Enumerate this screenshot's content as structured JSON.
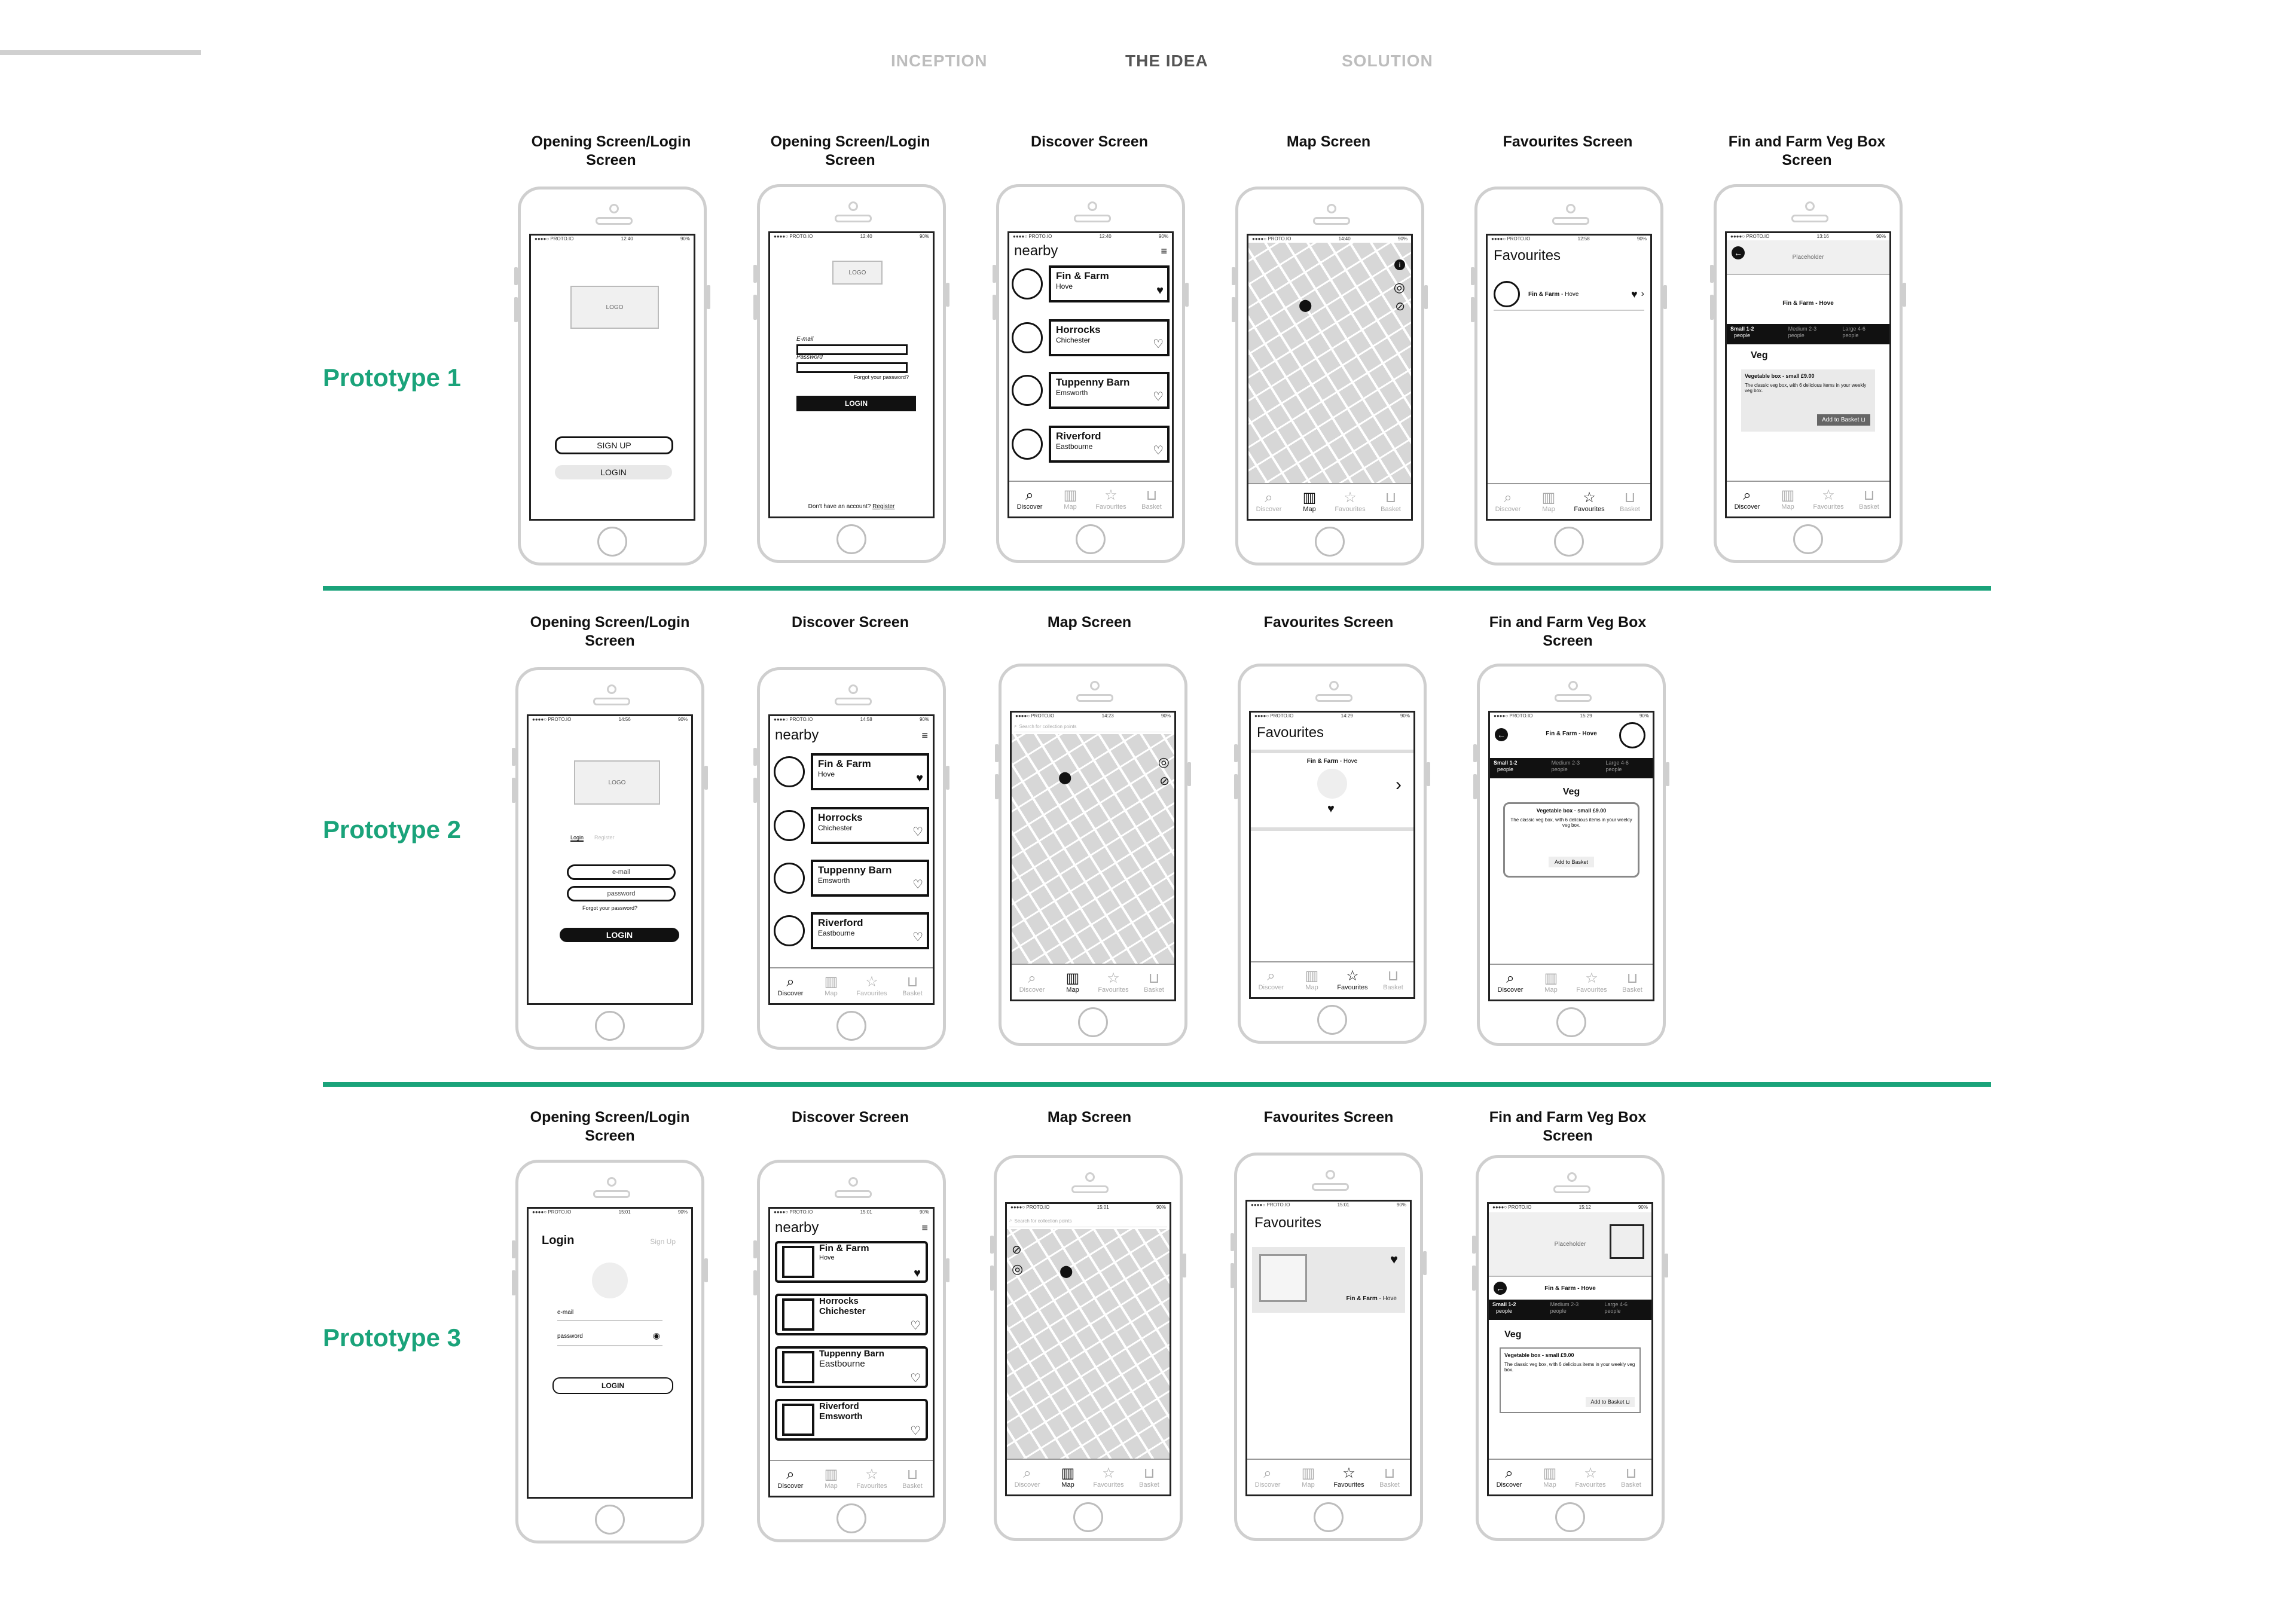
{
  "nav": {
    "tabs": [
      {
        "label": "INCEPTION",
        "active": false
      },
      {
        "label": "THE IDEA",
        "active": true
      },
      {
        "label": "SOLUTION",
        "active": false
      }
    ]
  },
  "colors": {
    "accent": "#1aa37a",
    "muted": "#bdbdbd"
  },
  "prototypes": [
    {
      "label": "Prototype 1",
      "titles": [
        "Opening Screen/Login Screen",
        "Opening Screen/Login Screen",
        "Discover Screen",
        "Map Screen",
        "Favourites Screen",
        "Fin and Farm Veg Box Screen"
      ]
    },
    {
      "label": "Prototype 2",
      "titles": [
        "Opening Screen/Login Screen",
        "Discover Screen",
        "Map Screen",
        "Favourites Screen",
        "Fin and Farm Veg Box Screen"
      ]
    },
    {
      "label": "Prototype 3",
      "titles": [
        "Opening Screen/Login Screen",
        "Discover Screen",
        "Map Screen",
        "Favourites Screen",
        "Fin and Farm Veg Box Screen"
      ]
    }
  ],
  "status": {
    "carrier": "●●●●○ PROTO.IO",
    "battery": "90%",
    "times": [
      "12:40",
      "12:40",
      "12:40",
      "14:40",
      "12:58",
      "13:16",
      "14:56",
      "14:58",
      "14:23",
      "14:29",
      "15:29",
      "15:01",
      "15:01",
      "15:01",
      "15:01",
      "15:12"
    ]
  },
  "tabbar": [
    "Discover",
    "Map",
    "Favourites",
    "Basket"
  ],
  "logo": "LOGO",
  "placeholder": "Placeholder",
  "login": {
    "sign_up": "SIGN UP",
    "login": "LOGIN",
    "email_label": "E-mail",
    "password_label": "Password",
    "forgot": "Forgot your password?",
    "no_account": "Don't have an account?",
    "register": "Register",
    "login_tab": "Login",
    "register_tab": "Register",
    "email_ph": "e-mail",
    "password_ph": "password",
    "title": "Login",
    "signup_link": "Sign Up",
    "email_lower": "e-mail",
    "password_lower": "password"
  },
  "discover": {
    "title": "nearby",
    "items": [
      {
        "name": "Fin & Farm",
        "location": "Hove"
      },
      {
        "name": "Horrocks",
        "location": "Chichester"
      },
      {
        "name": "Tuppenny Barn",
        "location": "Emsworth"
      },
      {
        "name": "Riverford",
        "location": "Eastbourne"
      }
    ],
    "items_p3": [
      {
        "name": "Fin & Farm",
        "location": "Hove"
      },
      {
        "name": "Horrocks",
        "location": "Chichester"
      },
      {
        "name": "Tuppenny Barn",
        "location": "Eastbourne"
      },
      {
        "name": "Riverford",
        "location": "Emsworth"
      }
    ]
  },
  "map": {
    "search_ph": "Search for collection points"
  },
  "favourites": {
    "title": "Favourites",
    "item_name": "Fin & Farm",
    "item_loc": " - Hove"
  },
  "vegbox": {
    "store": "Fin & Farm - Hove",
    "sizes": [
      {
        "label": "Small 1-2",
        "sub": "people"
      },
      {
        "label": "Medium 2-3",
        "sub": "people"
      },
      {
        "label": "Large 4-6",
        "sub": "people"
      }
    ],
    "section": "Veg",
    "product": "Vegetable box - small £9.00",
    "description": "The classic veg box, with 6 delicious items in your weekly veg box.",
    "add": "Add to Basket"
  }
}
